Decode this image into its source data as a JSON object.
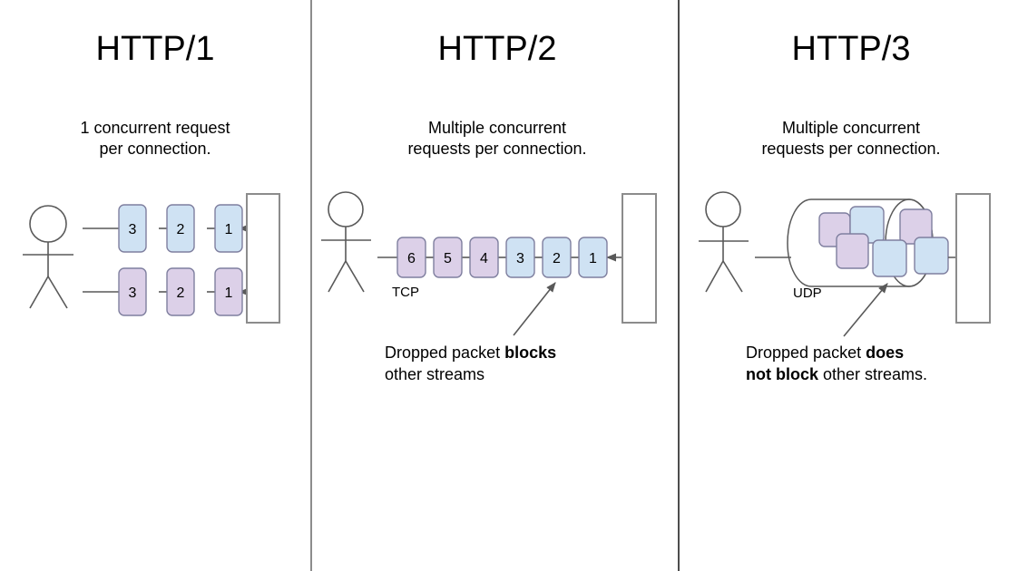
{
  "colors": {
    "packet_blue_fill": "#cfe2f3",
    "packet_purple_fill": "#dcd0e8",
    "packet_stroke": "#7f7f9f",
    "line": "#595959",
    "divider": "#8c8c8c",
    "text": "#000000",
    "background": "#ffffff"
  },
  "panels": [
    {
      "id": "http1",
      "title": "HTTP/1",
      "description": "1 concurrent request\nper connection.",
      "streams": [
        {
          "color": "blue",
          "packets": [
            "3",
            "2",
            "1"
          ]
        },
        {
          "color": "purple",
          "packets": [
            "3",
            "2",
            "1"
          ]
        }
      ],
      "transport_label": "",
      "caption": null
    },
    {
      "id": "http2",
      "title": "HTTP/2",
      "description": "Multiple concurrent\nrequests per connection.",
      "streams": [
        {
          "color": "mixed",
          "packets": [
            "6",
            "5",
            "4",
            "3",
            "2",
            "1"
          ]
        }
      ],
      "packet_colors": [
        "purple",
        "purple",
        "purple",
        "blue",
        "blue",
        "blue"
      ],
      "transport_label": "TCP",
      "caption": {
        "line1_plain": "Dropped packet ",
        "line1_bold": "blocks",
        "line2_plain": "other streams",
        "line2_bold": ""
      }
    },
    {
      "id": "http3",
      "title": "HTTP/3",
      "description": "Multiple concurrent\nrequests per connection.",
      "streams": [],
      "cylinder_packets": [
        {
          "color": "purple"
        },
        {
          "color": "blue"
        },
        {
          "color": "purple"
        },
        {
          "color": "purple"
        },
        {
          "color": "blue"
        },
        {
          "color": "blue"
        }
      ],
      "transport_label": "UDP",
      "caption": {
        "line1_plain": "Dropped packet ",
        "line1_bold": "does",
        "line2_bold": "not block",
        "line2_plain": " other streams."
      }
    }
  ]
}
